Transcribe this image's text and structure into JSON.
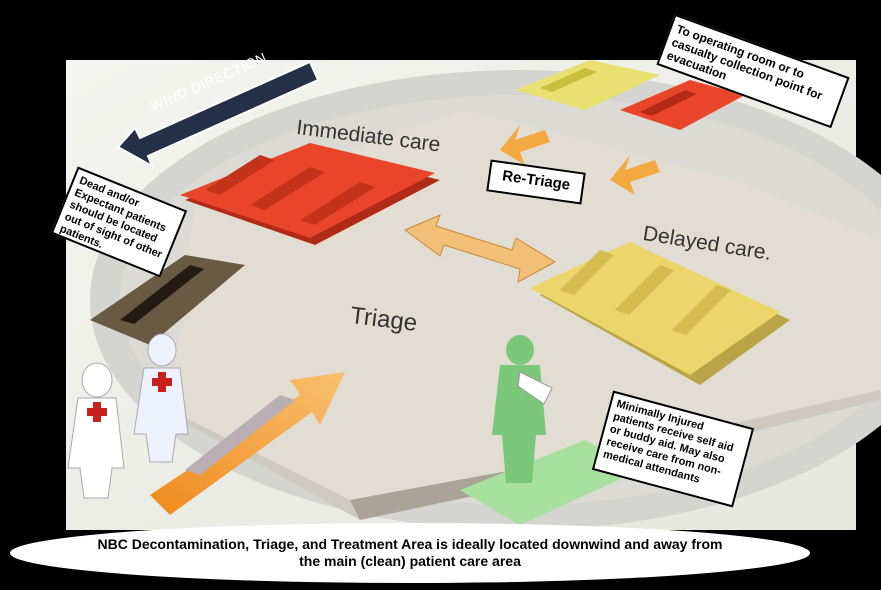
{
  "labels": {
    "wind_direction": "WIND DIRECTION",
    "immediate_care": "Immediate care",
    "delayed_care": "Delayed care.",
    "triage": "Triage",
    "re_triage": "Re-Triage"
  },
  "notes": {
    "dead_expectant": "Dead and/or Expectant patients should be located out of sight of other patients.",
    "operating_room": "To operating room or to casualty collection point for evacuation",
    "minimally_injured": "Minimally Injured patients receive self aid or buddy aid. May also receive care from non-medical attendants"
  },
  "caption": "NBC Decontamination, Triage, and Treatment Area is ideally located downwind and away from the main (clean) patient care area",
  "colors": {
    "immediate": "#e8452a",
    "delayed": "#ecd56a",
    "expectant": "#3a2e22",
    "minimal": "#7cc87a",
    "arrow": "#f4a840",
    "ground": "#ddd8cc"
  }
}
